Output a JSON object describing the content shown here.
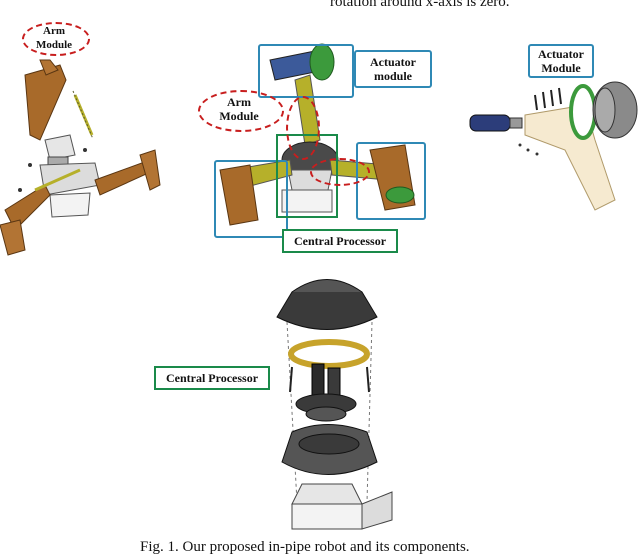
{
  "header": {
    "partial_text": "rotation around x-axis is zero."
  },
  "labels": {
    "arm_module_left": "Arm\nModule",
    "arm_module_center": "Arm\nModule",
    "actuator_module_center": "Actuator\nmodule",
    "actuator_module_right": "Actuator\nModule",
    "central_processor_top": "Central Processor",
    "central_processor_bottom": "Central Processor"
  },
  "caption": "Fig. 1. Our proposed in-pipe robot and its components.",
  "colors": {
    "robot_arm": "#a86a2a",
    "actuator_green": "#3c9a3c",
    "label_blue": "#2f89b5",
    "label_green": "#1a8a4a",
    "label_red": "#c81e1e"
  }
}
